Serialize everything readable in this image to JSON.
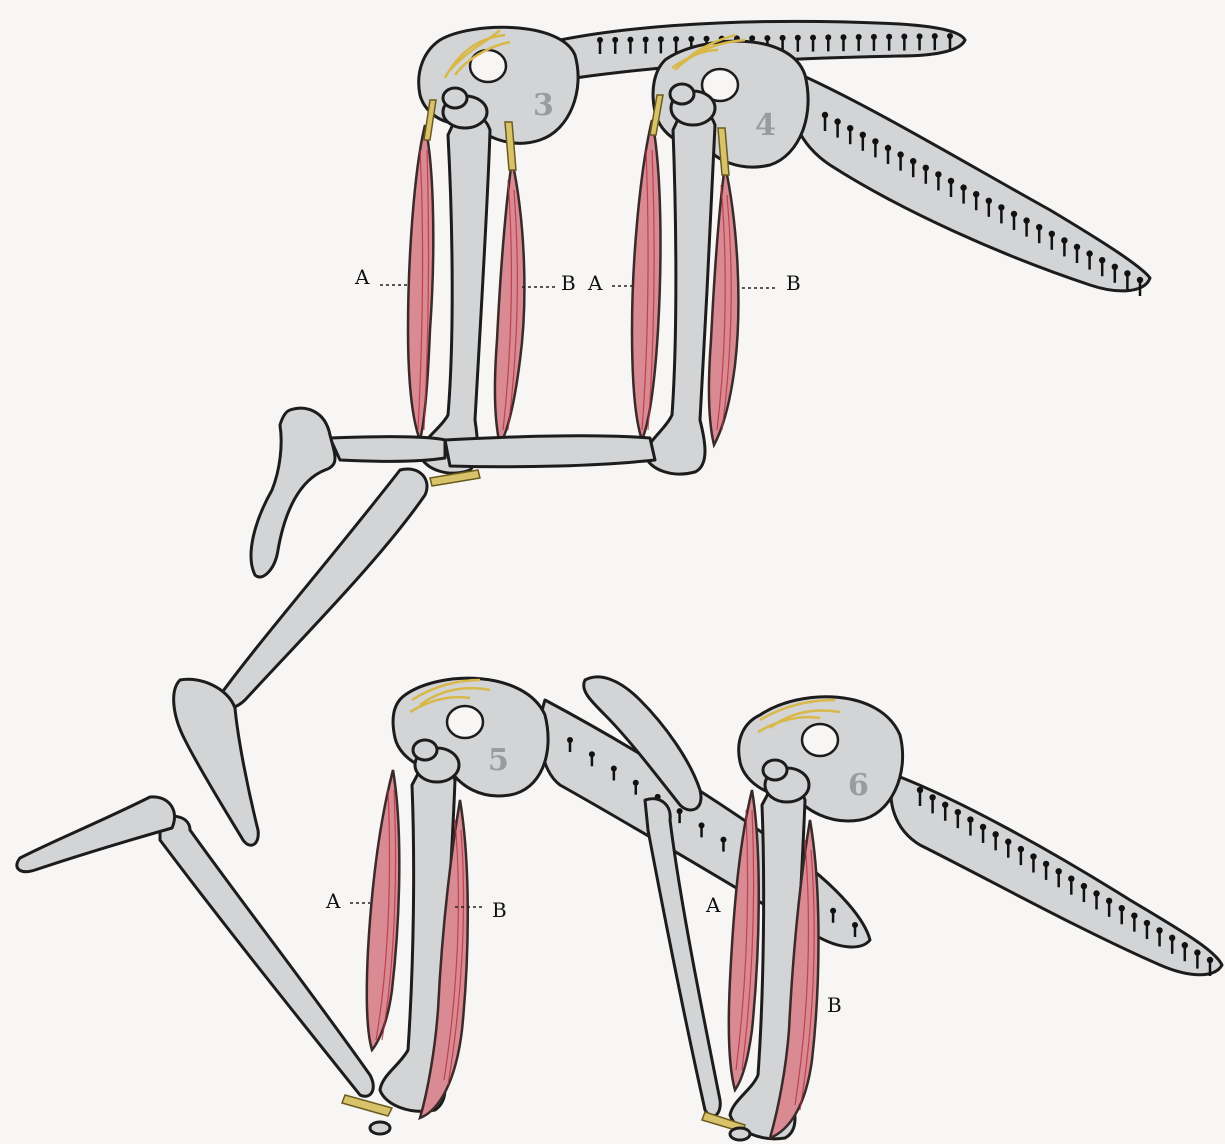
{
  "figures": [
    {
      "number": "3",
      "label_a": "A",
      "label_b": "B"
    },
    {
      "number": "4",
      "label_a": "A",
      "label_b": "B"
    },
    {
      "number": "5",
      "label_a": "A",
      "label_b": "B"
    },
    {
      "number": "6",
      "label_a": "A",
      "label_b": "B"
    }
  ],
  "colors": {
    "bone": "#d3d4d6",
    "muscle": "#d98a92",
    "tendon": "#d9c36a",
    "outline": "#1c1c1c"
  }
}
